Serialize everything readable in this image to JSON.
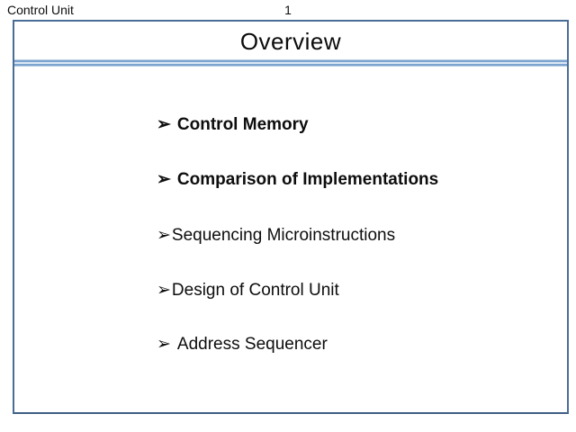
{
  "header": {
    "left_label": "Control Unit",
    "page_number": "1"
  },
  "slide": {
    "title": "Overview",
    "bullets": [
      {
        "glyph": "➢",
        "text": "Control Memory",
        "bold": true,
        "spaced": true
      },
      {
        "glyph": "➢",
        "text": "Comparison of Implementations",
        "bold": true,
        "spaced": true
      },
      {
        "glyph": "➢",
        "text": "Sequencing Microinstructions",
        "bold": false,
        "spaced": false
      },
      {
        "glyph": "➢",
        "text": "Design of Control Unit",
        "bold": false,
        "spaced": false
      },
      {
        "glyph": "➢",
        "text": "Address Sequencer",
        "bold": false,
        "spaced": true
      }
    ]
  },
  "colors": {
    "slide_border": "#4a6d96",
    "separator_line": "#7da3cf",
    "separator_fill": "#dce8f5",
    "separator_outer": "#b7cce3",
    "text": "#0d0d0d"
  }
}
